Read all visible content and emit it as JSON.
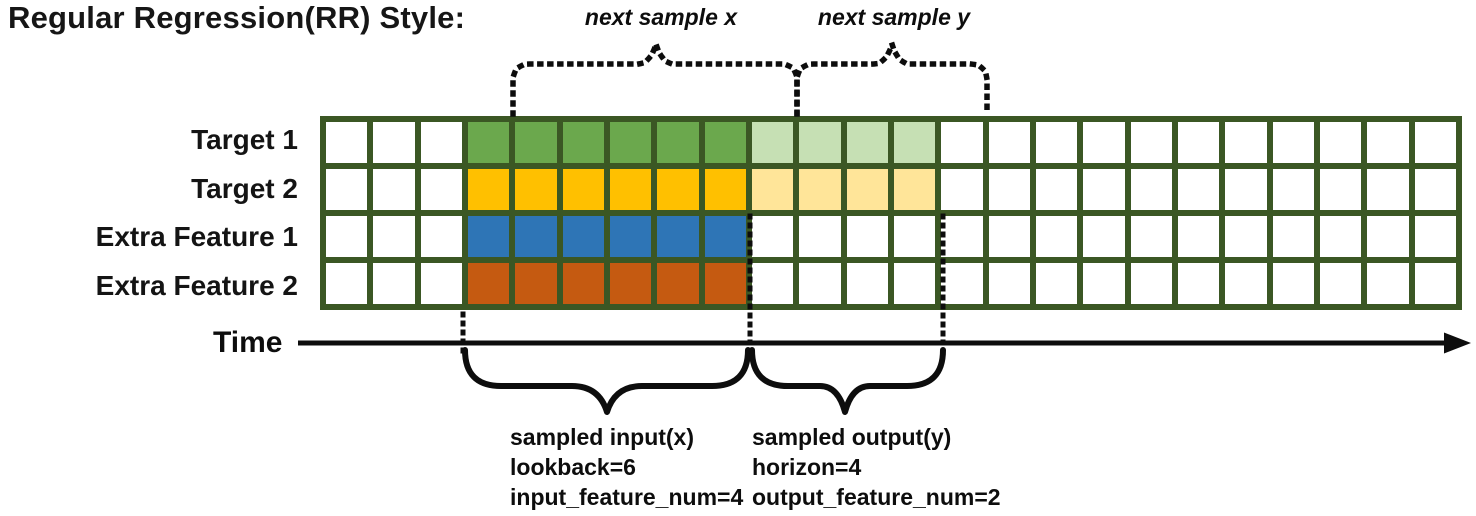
{
  "title": "Regular Regression(RR) Style:",
  "top_annotations": {
    "next_sample_x": "next sample x",
    "next_sample_y": "next sample y"
  },
  "grid": {
    "columns": 24,
    "border_color": "#3B5724",
    "empty_cell_color": "#ffffff",
    "input_col_start": 3,
    "input_col_end": 9,
    "output_col_start": 9,
    "output_col_end": 13,
    "rows": [
      {
        "label": "Target 1",
        "input_color": "#6BA84D",
        "output_color": "#C6E0B4"
      },
      {
        "label": "Target 2",
        "input_color": "#FFC000",
        "output_color": "#FFE599"
      },
      {
        "label": "Extra Feature 1",
        "input_color": "#2E75B6",
        "output_color": null
      },
      {
        "label": "Extra Feature 2",
        "input_color": "#C55A11",
        "output_color": null
      }
    ]
  },
  "time_axis": {
    "label": "Time"
  },
  "bottom_annotations": {
    "input": {
      "lines": [
        "sampled input(x)",
        "lookback=6",
        "input_feature_num=4"
      ]
    },
    "output": {
      "lines": [
        "sampled output(y)",
        "horizon=4",
        "output_feature_num=2"
      ]
    }
  },
  "annotation_color": "#0d0d0d"
}
